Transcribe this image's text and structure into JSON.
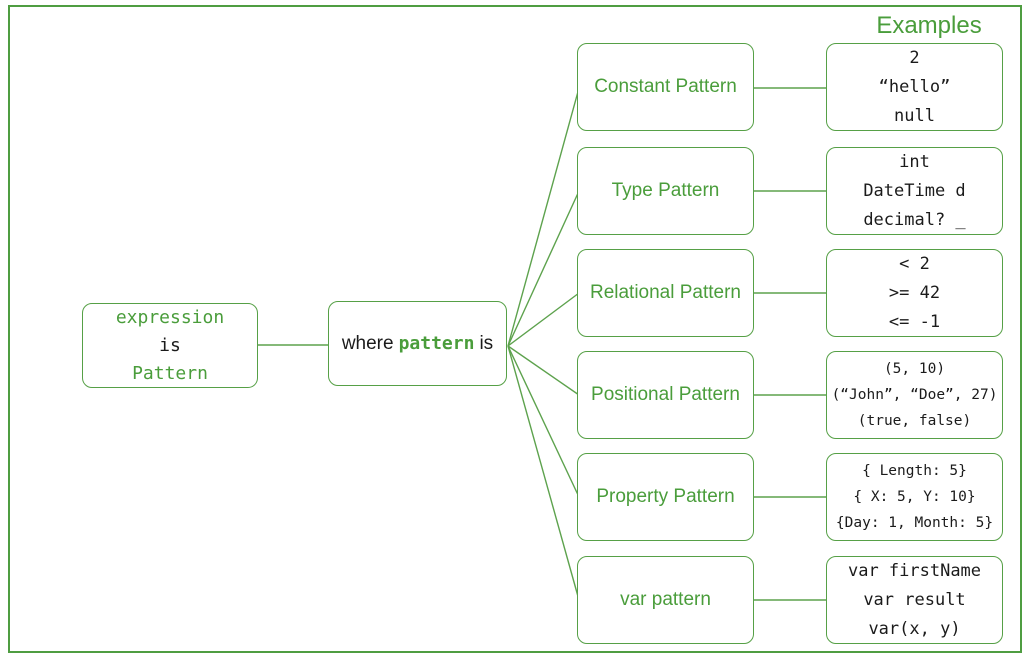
{
  "colors": {
    "green_text": "#4a9d3b",
    "green_border": "#56a046",
    "line_green": "#5da24d",
    "code_black": "#1b1b1b"
  },
  "examples_title": "Examples",
  "root_box": {
    "line1": "expression",
    "line2": "is",
    "line3": "Pattern"
  },
  "where_box": {
    "pre": "where",
    "keyword": "pattern",
    "post": "is"
  },
  "rows": [
    {
      "label": "Constant Pattern",
      "examples": [
        "2",
        "“hello”",
        "null"
      ]
    },
    {
      "label": "Type Pattern",
      "examples": [
        "int",
        "DateTime d",
        "decimal? _"
      ]
    },
    {
      "label": "Relational Pattern",
      "examples": [
        "< 2",
        ">= 42",
        "<= -1"
      ]
    },
    {
      "label": "Positional Pattern",
      "examples": [
        "(5, 10)",
        "(“John”, “Doe”, 27)",
        "(true, false)"
      ]
    },
    {
      "label": "Property Pattern",
      "examples": [
        "{ Length: 5}",
        "{ X: 5, Y: 10}",
        "{Day: 1, Month: 5}"
      ]
    },
    {
      "label": "var pattern",
      "examples": [
        "var firstName",
        "var result",
        "var(x, y)"
      ]
    }
  ]
}
